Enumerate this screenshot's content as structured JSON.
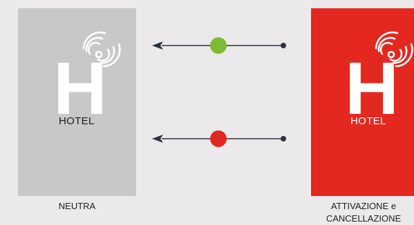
{
  "colors": {
    "background": "#ece9ea",
    "neutral_card": "#c8c8c8",
    "active_card": "#e3281f",
    "line": "#2b3340",
    "green_dot": "#7dbb35",
    "red_dot": "#e3281f"
  },
  "left_card": {
    "logo_letter": "H",
    "logo_icon": "nfc-wireless-icon",
    "label": "HOTEL",
    "caption": "NEUTRA"
  },
  "right_card": {
    "logo_letter": "H",
    "logo_icon": "nfc-wireless-icon",
    "label": "HOTEL",
    "caption_line1": "ATTIVAZIONE e",
    "caption_line2": "CANCELLAZIONE"
  },
  "connectors": [
    {
      "direction": "left",
      "dot": "green"
    },
    {
      "direction": "left",
      "dot": "red"
    }
  ]
}
